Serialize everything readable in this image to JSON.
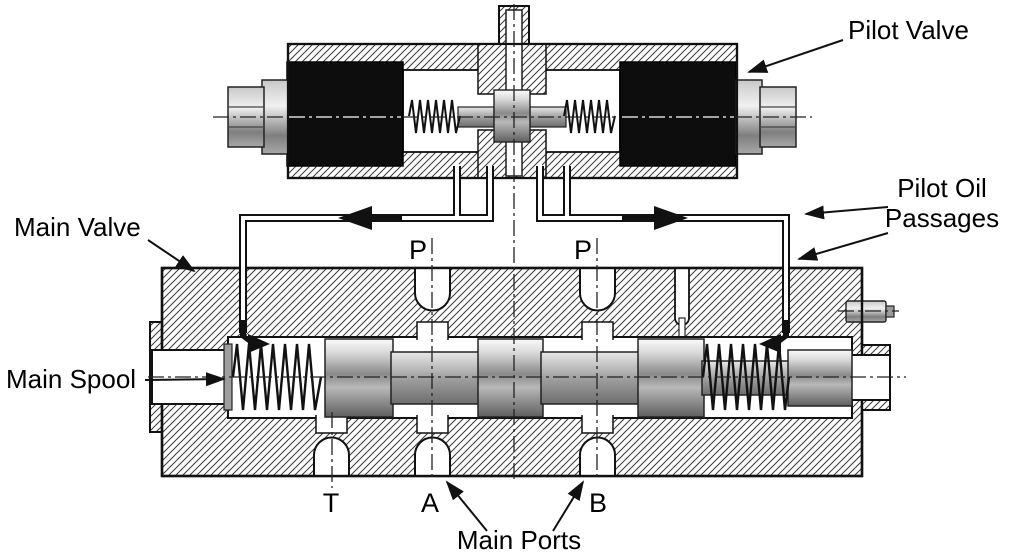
{
  "diagram": {
    "labels": {
      "pilot_valve": "Pilot Valve",
      "pilot_oil_line1": "Pilot Oil",
      "pilot_oil_line2": "Passages",
      "main_valve": "Main Valve",
      "main_spool": "Main Spool",
      "main_ports": "Main Ports"
    },
    "ports": {
      "p_left": "P",
      "p_right": "P",
      "t": "T",
      "a": "A",
      "b": "B"
    },
    "colors": {
      "line": "#111111",
      "background": "#ffffff",
      "solenoid_black": "#0d0d0d",
      "metal_light": "#f2f2f2",
      "metal_dark": "#5f5f5f"
    }
  }
}
